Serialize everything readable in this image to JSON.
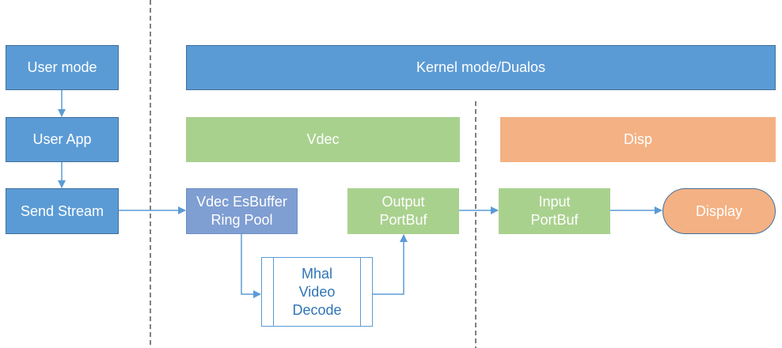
{
  "nodes": {
    "user_mode": "User mode",
    "user_app": "User App",
    "send_stream": "Send Stream",
    "kernel_mode": "Kernel mode/Dualos",
    "vdec": "Vdec",
    "disp": "Disp",
    "esbuffer": "Vdec EsBuffer\nRing Pool",
    "output_portbuf": "Output\nPortBuf",
    "input_portbuf": "Input\nPortBuf",
    "display": "Display",
    "mhal_decode": "Mhal\nVideo\nDecode"
  },
  "colors": {
    "blue": "#5b9bd5",
    "green": "#a9d18e",
    "orange": "#f4b183",
    "steel_blue": "#7f9ed2",
    "arrow": "#5b9bd5",
    "dashed_line": "#000000"
  }
}
